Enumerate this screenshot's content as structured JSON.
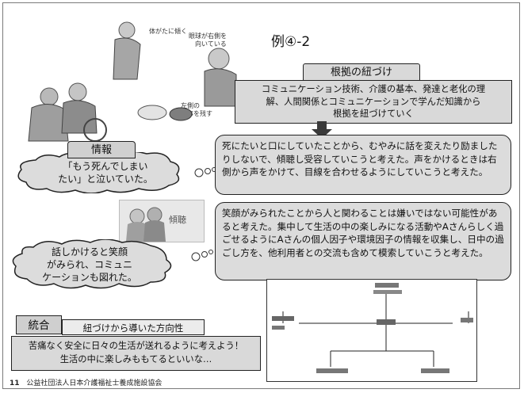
{
  "example_title": "例④-2",
  "illustration_captions": {
    "body_lean": "体がたに傾く",
    "eye_right": "眼球が右側を向いている",
    "left_side_food": "左側の食事を残す"
  },
  "basis": {
    "tab_label": "根拠の紐づけ",
    "text_lines": [
      "コミュニケーション技術、介護の基本、発達と老化の理",
      "解、人間関係とコミュニケーションで学んだ知識から",
      "根拠を紐づけていく"
    ]
  },
  "info": {
    "tab_label": "情報",
    "cloud1_lines": [
      "「もう死んでしまい",
      "たい」と泣いていた。"
    ],
    "cloud2_lines": [
      "話しかけると笑顔",
      "がみられ、コミュニ",
      "ケーションも図れた。"
    ]
  },
  "listening_label": "傾聴",
  "bubble1_text": "死にたいと口にしていたことから、むやみに話を変えたり励ましたりしないで、傾聴し受容していこうと考えた。声をかけるときは右側から声をかけて、目線を合わせるようにしていこうと考えた。",
  "bubble2_text": "笑顔がみられたことから人と関わることは嫌いではない可能性があると考えた。集中して生活の中の楽しみになる活動やAさんらしく過ごせるようにAさんの個人因子や環境因子の情報を収集し、日中の過ごし方を、他利用者との交流も含めて模索していこうと考えた。",
  "integration": {
    "tab_label": "統合",
    "sub_label": "紐づけから導いた方向性",
    "text_lines": [
      "苦痛なく安全に日々の生活が送れるように考えよう！",
      "生活の中に楽しみももてるといいな…"
    ]
  },
  "footer": {
    "page_number": "11",
    "organization": "公益社団法人日本介護福祉士養成施設協会"
  }
}
